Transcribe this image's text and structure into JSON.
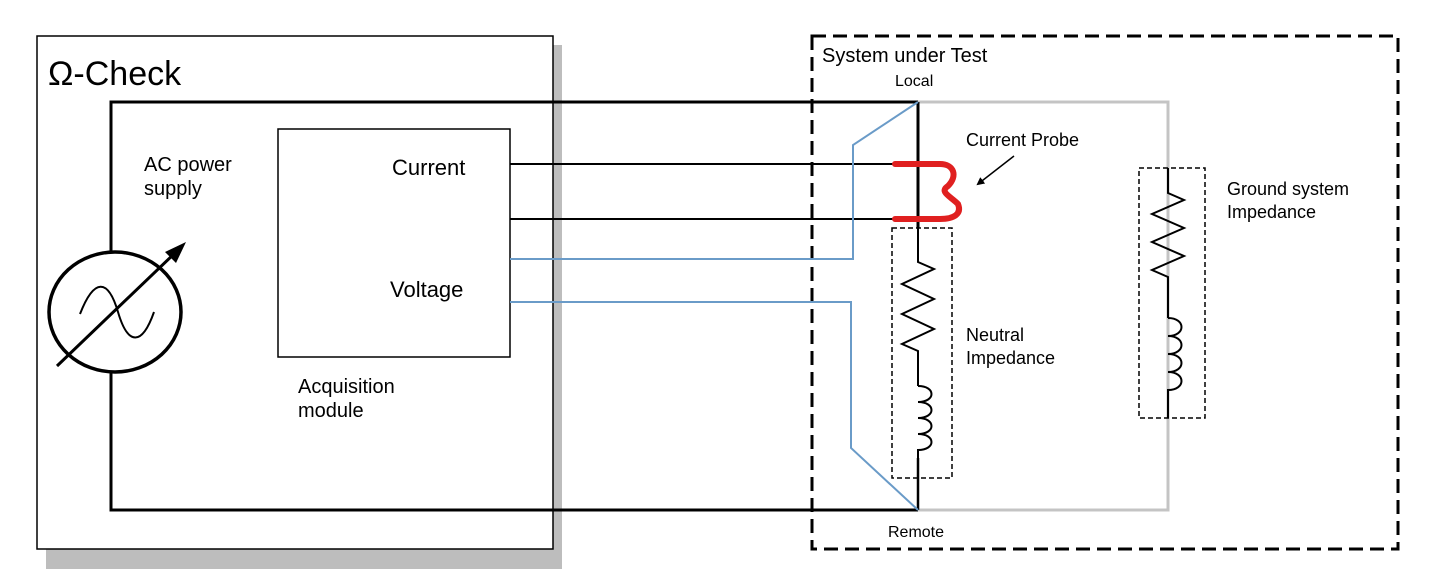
{
  "omega_check": {
    "title": "Ω-Check",
    "ac_supply_line1": "AC power",
    "ac_supply_line2": "supply",
    "acq_line1": "Acquisition",
    "acq_line2": "module",
    "current_label": "Current",
    "voltage_label": "Voltage"
  },
  "system_under_test": {
    "title": "System under Test",
    "local_label": "Local",
    "remote_label": "Remote",
    "probe_label": "Current Probe",
    "neutral_line1": "Neutral",
    "neutral_line2": "Impedance",
    "ground_line1": "Ground system",
    "ground_line2": "Impedance"
  },
  "colors": {
    "wire": "#000000",
    "voltage_wire": "#6a9bc8",
    "ground_wire": "#c4c4c4",
    "probe": "#e02020",
    "shadow": "#bdbdbd"
  }
}
